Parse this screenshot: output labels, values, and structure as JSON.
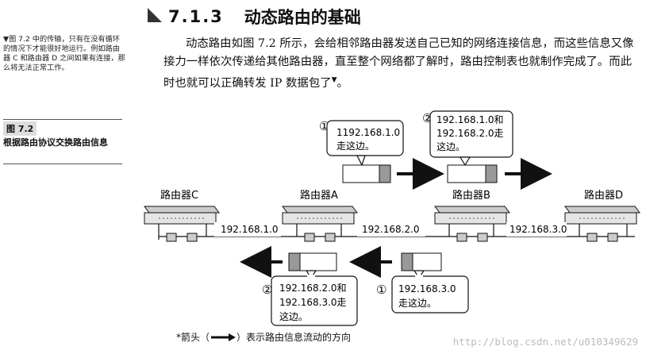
{
  "sidebar": {
    "note": "▼图 7.2 中的传输，只有在没有循环的情况下才能很好地运行。例如路由器 C 和路由器 D 之间如果有连接，那么将无法正常工作。",
    "figure_number": "图 7.2",
    "figure_caption": "根据路由协议交换路由信息"
  },
  "section": {
    "number": "7.1.3",
    "title": "动态路由的基础",
    "paragraph": "动态路由如图 7.2 所示，会给相邻路由器发送自己已知的网络连接信息，而这些信息又像接力一样依次传递给其他路由器，直至整个网络都了解时，路由控制表也就制作完成了。而此时也就可以正确转发 IP 数据包了",
    "footnote_mark": "▼"
  },
  "diagram": {
    "routers": [
      "路由器C",
      "路由器A",
      "路由器B",
      "路由器D"
    ],
    "networks": [
      "192.168.1.0",
      "192.168.2.0",
      "192.168.3.0"
    ],
    "top_callouts": [
      {
        "index": "①",
        "lines": [
          "1192.168.1.0",
          "走这边。"
        ]
      },
      {
        "index": "②",
        "lines": [
          "192.168.1.0和",
          "192.168.2.0走",
          "这边。"
        ]
      }
    ],
    "bottom_callouts": [
      {
        "index": "②",
        "lines": [
          "192.168.2.0和",
          "192.168.3.0走",
          "这边。"
        ]
      },
      {
        "index": "①",
        "lines": [
          "192.168.3.0",
          "走这边。"
        ]
      }
    ]
  },
  "footnote": {
    "prefix": "*箭头（",
    "suffix": "）表示路由信息流动的方向"
  },
  "watermark": "http://blog.csdn.net/u010349629"
}
